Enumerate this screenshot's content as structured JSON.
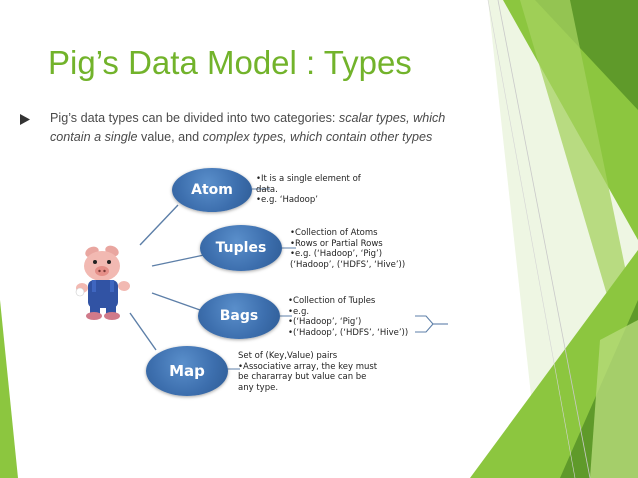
{
  "slide": {
    "title": "Pig’s Data Model : Types",
    "intro": {
      "p1": "Pig’s data types can be divided into two categories: ",
      "p2": "scalar types, which contain a single",
      "p3": " value, and ",
      "p4": "complex types, which contain other types"
    }
  },
  "diagram": {
    "nodes": [
      {
        "label": "Atom",
        "lines": [
          "•It is a single element of",
          "  data.",
          "•e.g. ‘Hadoop’"
        ]
      },
      {
        "label": "Tuples",
        "lines": [
          "•Collection  of Atoms",
          "•Rows or Partial Rows",
          "•e.g. (‘Hadoop’, ‘Pig’)",
          "  (‘Hadoop’, (‘HDFS’, ‘Hive’))"
        ]
      },
      {
        "label": "Bags",
        "lines": [
          "•Collection  of Tuples",
          "•e.g.",
          "•(‘Hadoop’, ‘Pig’)",
          "•(‘Hadoop’, (‘HDFS’, ‘Hive’))"
        ]
      },
      {
        "label": "Map",
        "lines": [
          "Set of (Key,Value) pairs",
          "•Associative  array, the key must",
          " be chararray but value can be",
          " any type."
        ]
      }
    ]
  },
  "colors": {
    "title": "#72b32b",
    "node": "#3d6fae",
    "accent_green": "#8cc63f"
  },
  "icons": {
    "bullet": "triangle-arrow-icon",
    "mascot": "pig-mascot-icon"
  }
}
